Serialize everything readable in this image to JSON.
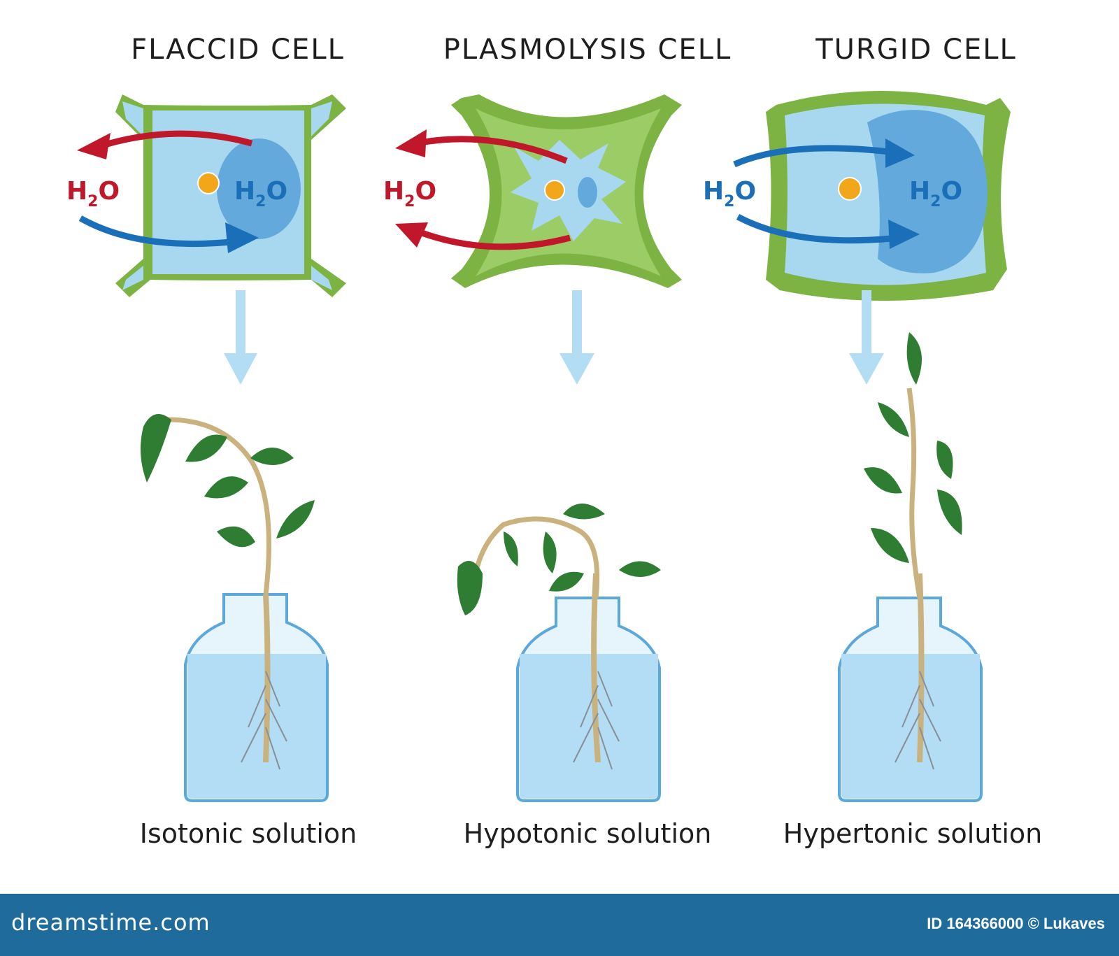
{
  "columns": [
    {
      "title": "FLACCID CELL",
      "caption": "Isotonic solution"
    },
    {
      "title": "PLASMOLYSIS CELL",
      "caption": "Hypotonic solution"
    },
    {
      "title": "TURGID CELL",
      "caption": "Hypertonic solution"
    }
  ],
  "water_label": {
    "main": "H",
    "sub": "2",
    "tail": "O"
  },
  "colors": {
    "cell_wall": "#7cb342",
    "cytoplasm": "#a7d8f0",
    "vacuole": "#64a9dc",
    "nucleus": "#f2a61a",
    "arrow_out": "#c0172a",
    "arrow_in": "#1a6fb8",
    "leaf": "#2e7d32",
    "water": "#b3dcf5",
    "footer": "#1f6b9c"
  },
  "footer": {
    "brand": "dreamstime.com",
    "image_id": "ID 164366000 © Lukaves"
  }
}
